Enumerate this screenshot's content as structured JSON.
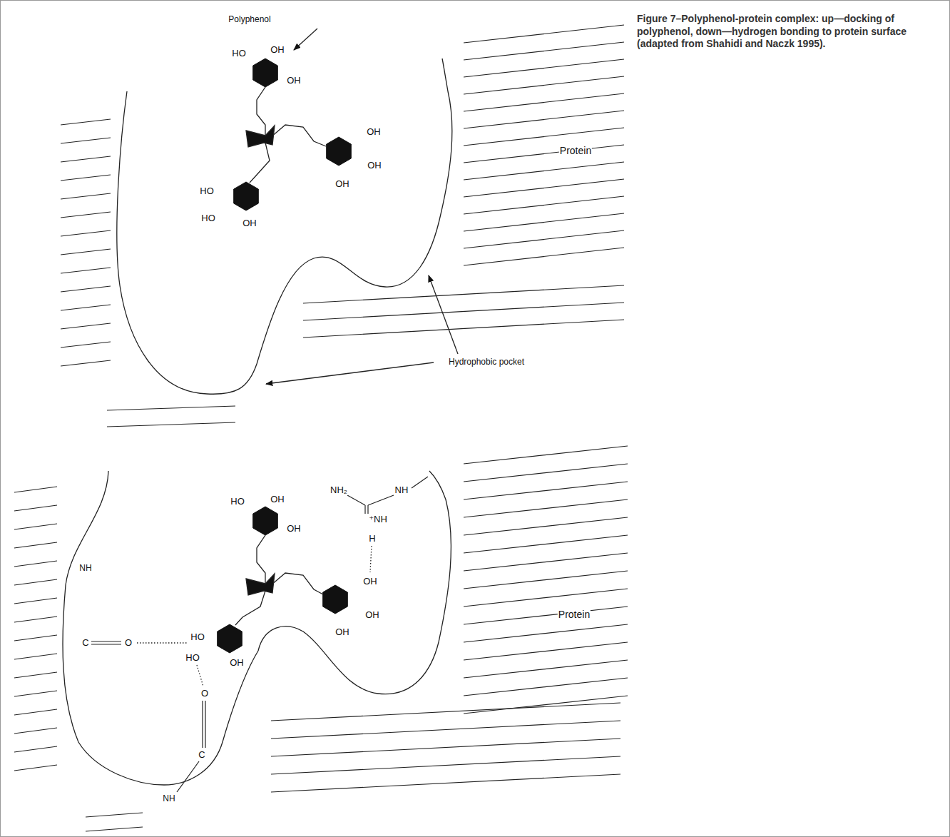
{
  "diagram": {
    "caption": "Figure 7–Polyphenol-protein complex: up—docking of polyphenol, down—hydrogen bonding to protein surface (adapted from Shahidi and Naczk 1995).",
    "labels": [
      "Polyphenol",
      "HO",
      "OH",
      "OH",
      "OH",
      "OH",
      "OH",
      "HO",
      "HO",
      "OH",
      "Protein",
      "Hydrophobic pocket",
      "NH₂",
      "NH",
      "⁺NH",
      "H",
      "HO",
      "OH",
      "OH",
      "OH",
      "OH",
      "OH",
      "NH",
      "C",
      "O",
      "HO",
      "HO",
      "OH",
      "Protein",
      "O",
      "C",
      "NH"
    ]
  }
}
